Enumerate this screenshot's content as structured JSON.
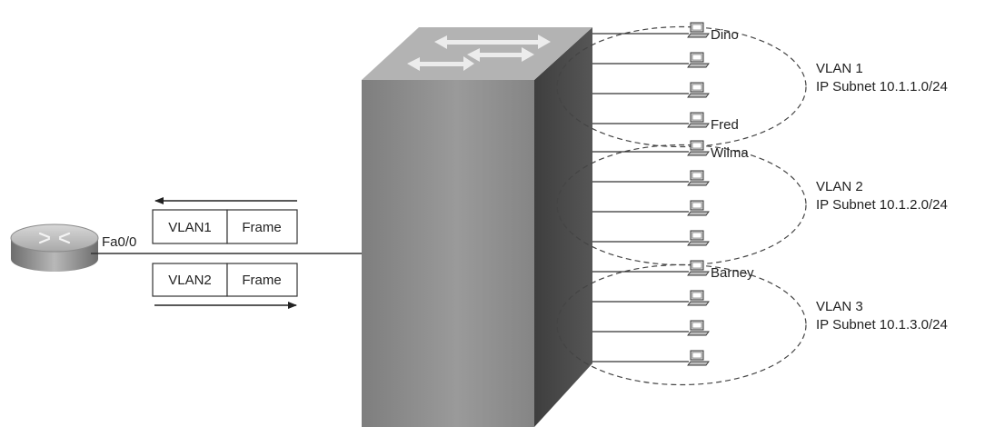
{
  "router": {
    "interface_label": "Fa0/0",
    "icon": "router-icon"
  },
  "frames": [
    {
      "vlan_label": "VLAN1",
      "payload_label": "Frame",
      "direction": "left"
    },
    {
      "vlan_label": "VLAN2",
      "payload_label": "Frame",
      "direction": "right"
    }
  ],
  "switch": {
    "icon": "switch-icon"
  },
  "vlans": [
    {
      "name": "VLAN 1",
      "subnet": "IP Subnet 10.1.1.0/24",
      "hosts": [
        {
          "label": "Dino"
        },
        {
          "label": ""
        },
        {
          "label": ""
        },
        {
          "label": "Fred"
        }
      ]
    },
    {
      "name": "VLAN 2",
      "subnet": "IP Subnet 10.1.2.0/24",
      "hosts": [
        {
          "label": "Wilma"
        },
        {
          "label": ""
        },
        {
          "label": ""
        },
        {
          "label": ""
        }
      ]
    },
    {
      "name": "VLAN 3",
      "subnet": "IP Subnet 10.1.3.0/24",
      "hosts": [
        {
          "label": "Barney"
        },
        {
          "label": ""
        },
        {
          "label": ""
        },
        {
          "label": ""
        }
      ]
    }
  ],
  "colors": {
    "switch_front": "#8c8c8c",
    "switch_side": "#4a4a4a",
    "switch_top": "#b4b4b4",
    "router_body": "#9a9a9a",
    "line": "#333333"
  }
}
